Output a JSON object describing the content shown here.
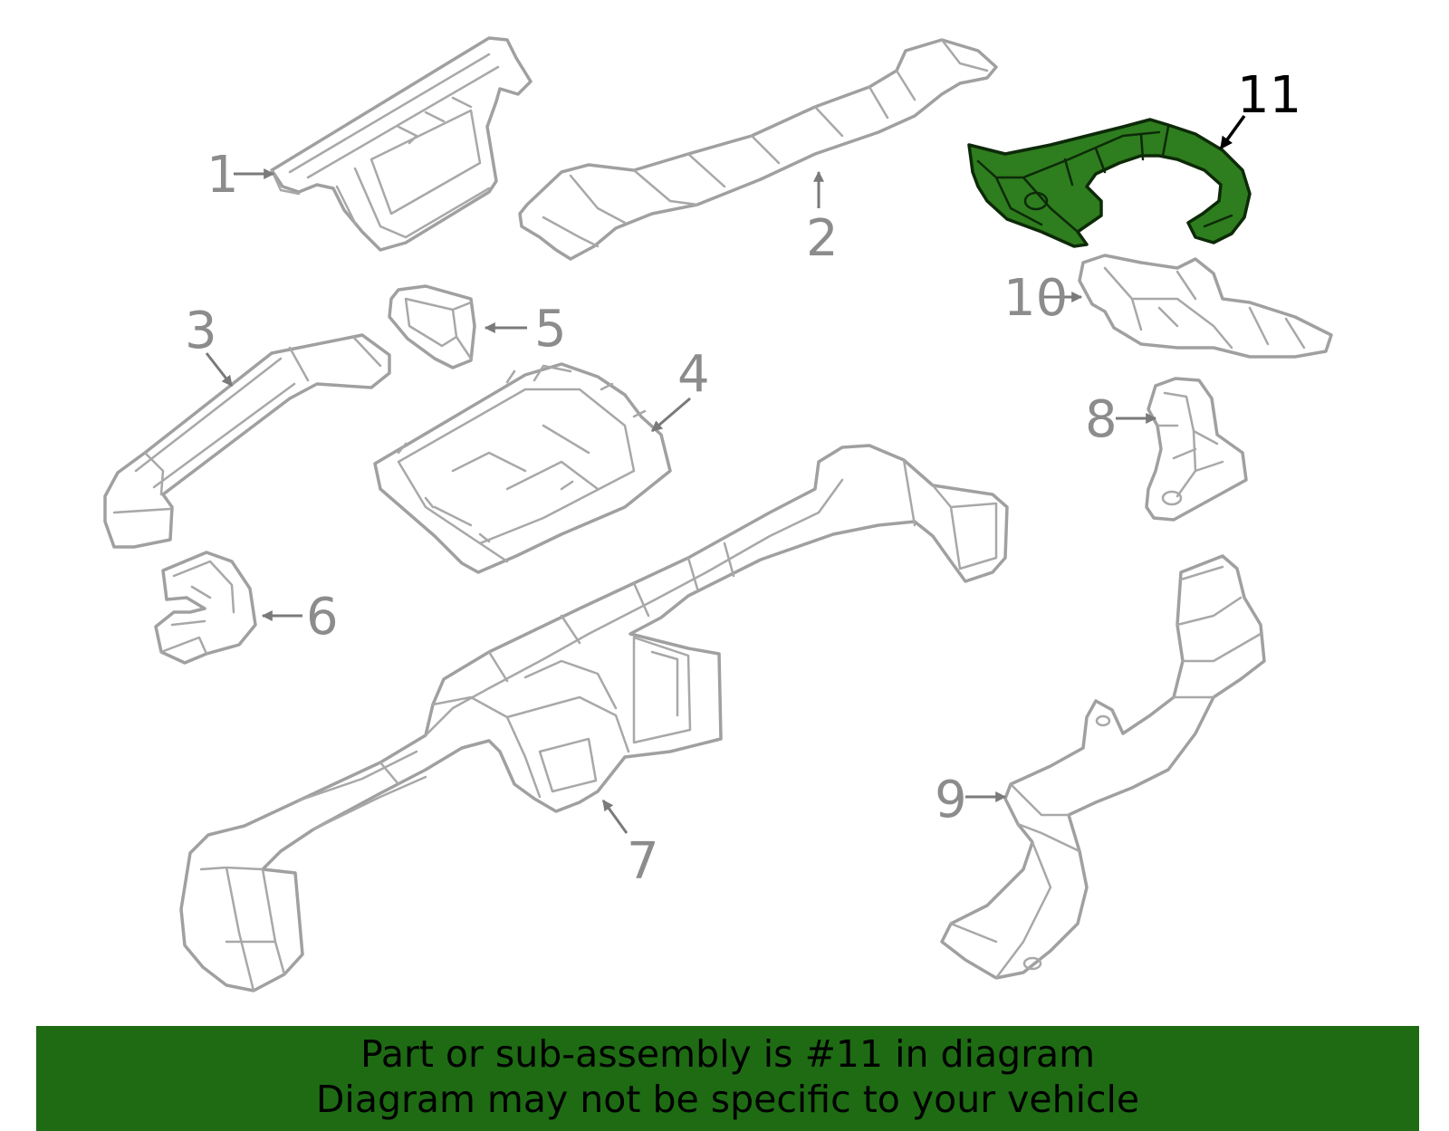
{
  "highlighted_part": "11",
  "callouts": {
    "c1": "1",
    "c2": "2",
    "c3": "3",
    "c4": "4",
    "c5": "5",
    "c6": "6",
    "c7": "7",
    "c8": "8",
    "c9": "9",
    "c10": "10",
    "c11": "11"
  },
  "banner": {
    "line1": "Part or sub-assembly is #11 in diagram",
    "line2": "Diagram may not be specific to your vehicle"
  },
  "colors": {
    "highlight": "#2e7d1e",
    "banner": "#1e6b14",
    "outline": "#a0a0a0"
  }
}
